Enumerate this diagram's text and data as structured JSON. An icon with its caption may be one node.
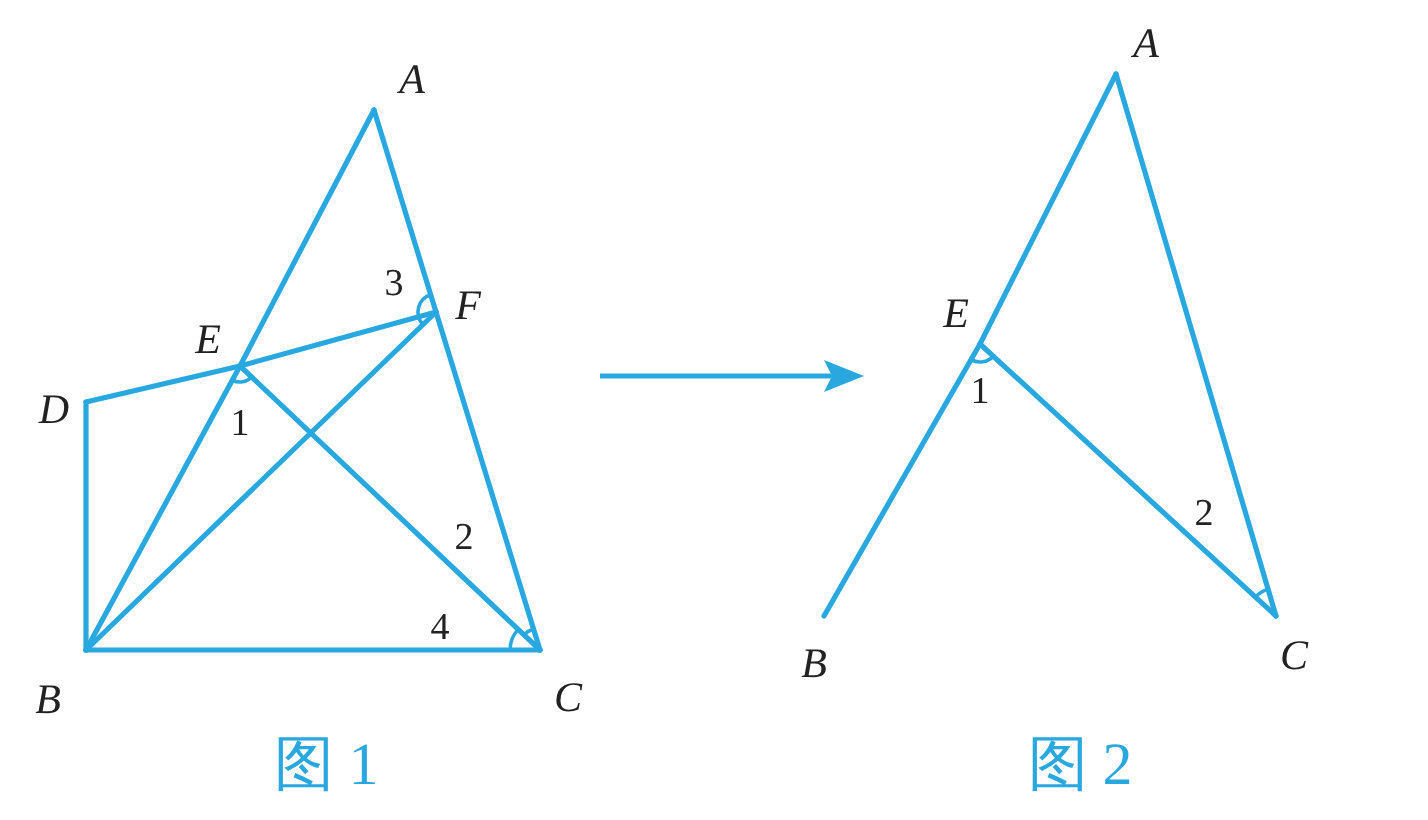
{
  "diagram": {
    "nodes": [
      {
        "text": [
          "A"
        ]
      },
      {
        "text": [
          "F"
        ]
      },
      {
        "text": [
          "E"
        ]
      },
      {
        "text": [
          "D"
        ]
      },
      {
        "text": [
          "B"
        ]
      },
      {
        "text": [
          "C"
        ]
      },
      {
        "text": [
          "A"
        ]
      },
      {
        "text": [
          "E"
        ]
      },
      {
        "text": [
          "B"
        ]
      },
      {
        "text": [
          "C"
        ]
      }
    ],
    "edges": [
      {
        "from": 0,
        "to": 2,
        "arrow": "none"
      },
      {
        "from": 2,
        "to": 4,
        "arrow": "none"
      },
      {
        "from": 0,
        "to": 1,
        "arrow": "none"
      },
      {
        "from": 1,
        "to": 5,
        "arrow": "none"
      },
      {
        "from": 4,
        "to": 5,
        "arrow": "none"
      },
      {
        "from": 3,
        "to": 4,
        "arrow": "none"
      },
      {
        "from": 3,
        "to": 2,
        "arrow": "none"
      },
      {
        "from": 2,
        "to": 1,
        "arrow": "none"
      },
      {
        "from": 4,
        "to": 1,
        "arrow": "none"
      },
      {
        "from": 2,
        "to": 5,
        "arrow": "none"
      },
      {
        "from": 6,
        "to": 7,
        "arrow": "none"
      },
      {
        "from": 7,
        "to": 8,
        "arrow": "none"
      },
      {
        "from": 6,
        "to": 9,
        "arrow": "none"
      },
      {
        "from": 7,
        "to": 9,
        "arrow": "none"
      }
    ],
    "labels": [
      "3",
      "1",
      "2",
      "4",
      "1",
      "2",
      "图 1",
      "图 2"
    ]
  }
}
